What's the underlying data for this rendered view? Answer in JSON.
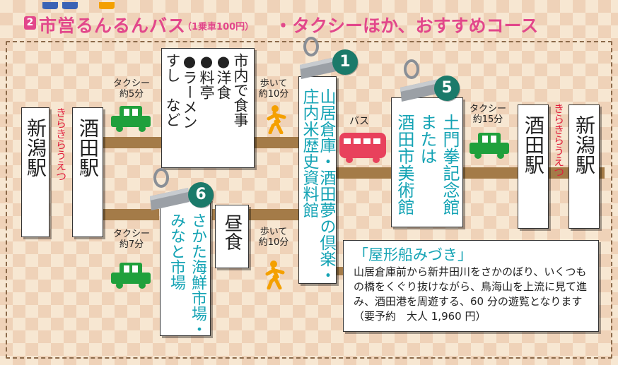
{
  "header": {
    "number": "2",
    "title_main": "市営るんるんバス",
    "title_sub": "（1乗車100円）",
    "title_rest": "・タクシーほか、おすすめコース"
  },
  "left_route": {
    "niigata": "新潟駅",
    "kirakira": "きらきらうえつ",
    "sakata": "酒田駅",
    "taxi_upper": {
      "line1": "タクシー",
      "line2": "約5分"
    },
    "taxi_lower": {
      "line1": "タクシー",
      "line2": "約7分"
    }
  },
  "food_box": {
    "col1": "市内で食事",
    "col2": "●洋食",
    "col3": "●料亭",
    "col4": "●ラーメン",
    "col5": "すし　など"
  },
  "lunch": "昼食",
  "walk_upper": {
    "line1": "歩いて",
    "line2": "約10分"
  },
  "walk_lower": {
    "line1": "歩いて",
    "line2": "約10分"
  },
  "spot1": {
    "badge": "1",
    "col1": "山居倉庫・酒田夢の倶楽・",
    "col2": "庄内米歴史資料館"
  },
  "spot6": {
    "badge": "6",
    "col1": "さかた海鮮市場・",
    "col2": "みなと市場"
  },
  "bus_label": "バス",
  "spot5": {
    "badge": "5",
    "col1": "土門拳記念館",
    "col2": "または",
    "col3": "酒田市美術館"
  },
  "right_route": {
    "taxi": {
      "line1": "タクシー",
      "line2": "約15分"
    },
    "sakata": "酒田駅",
    "kirakira": "きらきらうえつ",
    "niigata": "新潟駅"
  },
  "info": {
    "title": "「屋形船みづき」",
    "body": "山居倉庫前から新井田川をさかのぼり、いくつもの橋をくぐり抜けながら、鳥海山を上流に見て進み、酒田港を周遊する、60 分の遊覧となります（要予約　大人 1,960 円）"
  },
  "colors": {
    "accent_pink": "#e2478b",
    "teal_text": "#14a3b4",
    "badge_green": "#1b7a6a",
    "road_brown": "#a47b48",
    "taxi_green": "#1fa03c",
    "bus_pink": "#e8415c",
    "walker_orange": "#f4a000",
    "kirakira_red": "#e01e3c"
  },
  "icons": [
    "taxi-icon",
    "bus-icon",
    "walking-person-icon",
    "binder-clip-icon"
  ]
}
